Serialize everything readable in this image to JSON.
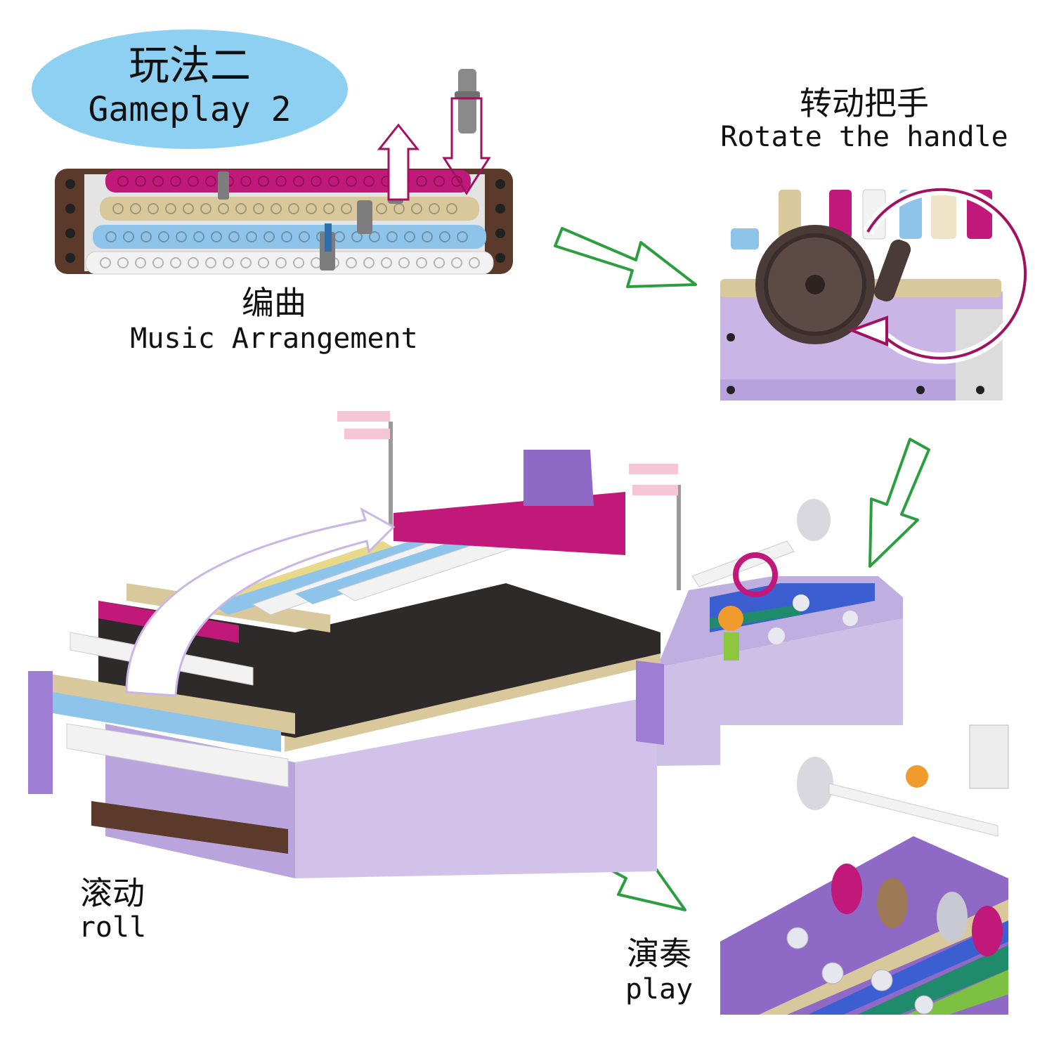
{
  "colors": {
    "badge_bg": "#8ed0f2",
    "arrow_green": "#2c9e3f",
    "rotate_arrow": "#a0125f",
    "magenta_beam": "#c1197a",
    "tan_beam": "#d9c89c",
    "blue_beam": "#8fc4ea",
    "white_beam": "#f2f2f2",
    "lavender_body": "#c9b6e6",
    "purple_frame": "#8e69c6",
    "brown_frame": "#5b3a2b",
    "water_blue": "#3b5fd0"
  },
  "badge": {
    "cn": "玩法二",
    "en": "Gameplay 2"
  },
  "labels": {
    "arrange_cn": "编曲",
    "arrange_en": "Music Arrangement",
    "rotate_cn": "转动把手",
    "rotate_en": "Rotate the handle",
    "roll_cn": "滚动",
    "roll_en": "roll",
    "play_cn": "演奏",
    "play_en": "play"
  },
  "icons": [
    "pin-up-arrow-icon",
    "pin-down-arrow-icon",
    "flow-arrow-icon",
    "rotate-arrow-icon",
    "roll-arrow-icon"
  ]
}
